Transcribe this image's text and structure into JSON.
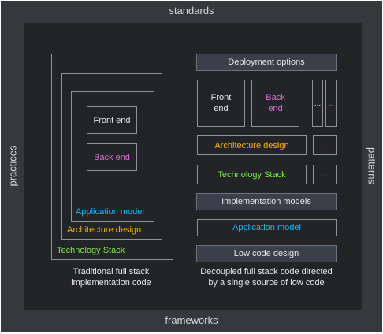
{
  "edges": {
    "top": "standards",
    "bottom": "frameworks",
    "left": "practices",
    "right": "patterns"
  },
  "left_diagram": {
    "front_end": "Front end",
    "back_end": "Back end",
    "application_model": "Application model",
    "architecture_design": "Architecture design",
    "technology_stack": "Technology Stack",
    "caption": "Traditional full stack\nimplementation code"
  },
  "right_diagram": {
    "deployment_options": "Deployment options",
    "front_end": "Front\nend",
    "back_end": "Back\nend",
    "ellipsis_1": "...",
    "ellipsis_2": "...",
    "architecture_design": "Architecture design",
    "architecture_more": "...",
    "technology_stack": "Technology Stack",
    "technology_more": "...",
    "implementation_models": "Implementation models",
    "application_model": "Application model",
    "low_code_design": "Low code design",
    "caption": "Decoupled full stack code directed\nby a single source of  low code"
  },
  "colors": {
    "white_text": "#e6e7e9",
    "pink": "#e46ad5",
    "blue": "#18b8f6",
    "orange": "#f8b300",
    "green": "#7ee84a"
  }
}
